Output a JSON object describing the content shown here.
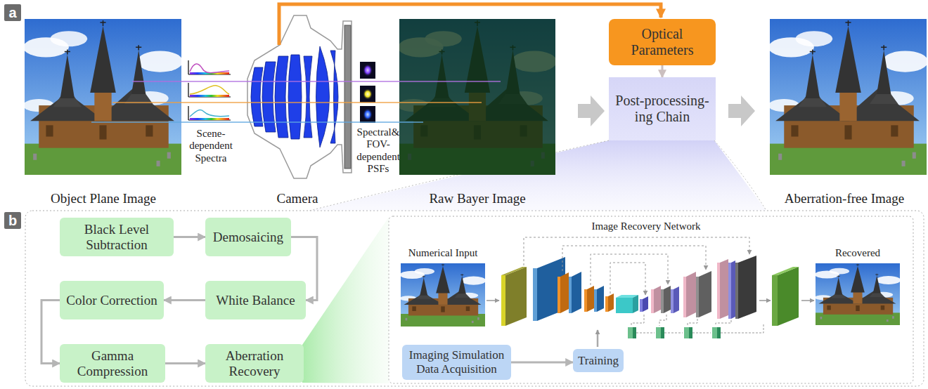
{
  "diagram": {
    "nodes": [
      {
        "text": [
          "Optical Parameters"
        ]
      },
      {
        "text": [
          "Post-processing- ing Chain"
        ]
      },
      {
        "text": [
          "Black Level Subtraction"
        ]
      },
      {
        "text": [
          "Demosaicing"
        ]
      },
      {
        "text": [
          "Color Correction"
        ]
      },
      {
        "text": [
          "White Balance"
        ]
      },
      {
        "text": [
          "Gamma Compression"
        ]
      },
      {
        "text": [
          "Aberration Recovery"
        ]
      },
      {
        "text": [
          "Imaging Simulation Data Acquisition"
        ]
      },
      {
        "text": [
          "Training"
        ]
      }
    ],
    "edges": [
      {
        "from": 0,
        "to": 1,
        "arrow": "to"
      },
      {
        "from": 2,
        "to": 3,
        "arrow": "to"
      },
      {
        "from": 3,
        "to": 5,
        "arrow": "to"
      },
      {
        "from": 5,
        "to": 4,
        "arrow": "to"
      },
      {
        "from": 4,
        "to": 6,
        "arrow": "to"
      },
      {
        "from": 6,
        "to": 7,
        "arrow": "to"
      },
      {
        "from": 8,
        "to": 9,
        "arrow": "to"
      }
    ],
    "labels": [
      "a",
      "Object Plane Image",
      "Scene- dependent Spectra",
      "Camera",
      "Spectral& FOV- dependent PSFs",
      "Raw Bayer Image",
      "Aberration-free Image",
      "b",
      "Numerical Input",
      "Image Recovery Network",
      "Recovered"
    ]
  }
}
